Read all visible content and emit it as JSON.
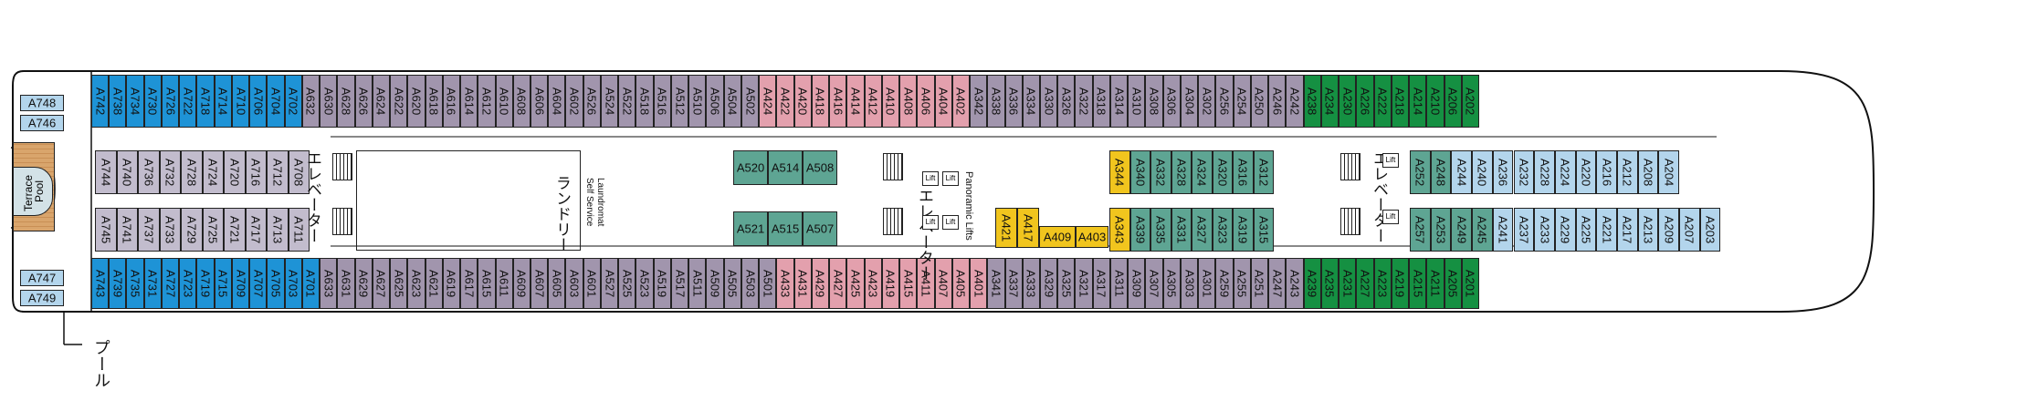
{
  "colors": {
    "blue": "#1e93d6",
    "purple": "#a195ad",
    "pink": "#e3a0ad",
    "light_blue": "#b3d5ec",
    "light_purple": "#c2bccd",
    "light_pink": "#f2c5d0",
    "green": "#159042",
    "teal": "#5ea593",
    "yellow": "#f1c51e",
    "wood": "#d9a56c",
    "pool": "#d3e2e7"
  },
  "labels": {
    "pool_terrace": "Terrace",
    "pool_pool": "Pool",
    "pool_jp": "プール",
    "laundry_jp": "ランドリー",
    "laundromat_line1": "Self Service",
    "laundromat_line2": "Laundromat",
    "elevator_jp_1": "エレベーター",
    "elevator_jp_2": "エレベーター",
    "elevator_jp_3": "エレベーター",
    "panoramic_lifts": "Panoramic Lifts",
    "lift": "Lift"
  },
  "cabins": {
    "top_outer": [
      "A742",
      "A738",
      "A734",
      "A730",
      "A726",
      "A722",
      "A718",
      "A714",
      "A710",
      "A706",
      "A704",
      "A702",
      "A632",
      "A630",
      "A628",
      "A626",
      "A624",
      "A622",
      "A620",
      "A618",
      "A616",
      "A614",
      "A612",
      "A610",
      "A608",
      "A606",
      "A604",
      "A602",
      "A526",
      "A524",
      "A522",
      "A518",
      "A516",
      "A512",
      "A510",
      "A506",
      "A504",
      "A502",
      "A424",
      "A422",
      "A420",
      "A418",
      "A416",
      "A414",
      "A412",
      "A410",
      "A408",
      "A406",
      "A404",
      "A402",
      "A342",
      "A338",
      "A336",
      "A334",
      "A330",
      "A326",
      "A322",
      "A318",
      "A314",
      "A310",
      "A308",
      "A306",
      "A304",
      "A302",
      "A256",
      "A254",
      "A250",
      "A246",
      "A242",
      "A238",
      "A234",
      "A230",
      "A226",
      "A222",
      "A218",
      "A214",
      "A210",
      "A206",
      "A202"
    ],
    "top_inner": [
      "A744",
      "A740",
      "A736",
      "A732",
      "A728",
      "A724",
      "A720",
      "A716",
      "A712",
      "A708",
      "A520",
      "A514",
      "A508",
      "A344",
      "A340",
      "A332",
      "A328",
      "A324",
      "A320",
      "A316",
      "A312",
      "A252",
      "A248",
      "A244",
      "A240",
      "A236",
      "A232",
      "A228",
      "A224",
      "A220",
      "A216",
      "A212",
      "A208",
      "A204"
    ],
    "bottom_inner": [
      "A745",
      "A741",
      "A737",
      "A733",
      "A729",
      "A725",
      "A721",
      "A717",
      "A713",
      "A711",
      "A521",
      "A515",
      "A507",
      "A421",
      "A417",
      "A409",
      "A403",
      "A343",
      "A339",
      "A335",
      "A331",
      "A327",
      "A323",
      "A319",
      "A315",
      "A257",
      "A253",
      "A249",
      "A245",
      "A241",
      "A237",
      "A233",
      "A229",
      "A225",
      "A221",
      "A217",
      "A213",
      "A209",
      "A207",
      "A203"
    ],
    "bottom_outer": [
      "A743",
      "A739",
      "A735",
      "A731",
      "A727",
      "A723",
      "A719",
      "A715",
      "A709",
      "A707",
      "A705",
      "A703",
      "A701",
      "A633",
      "A631",
      "A629",
      "A627",
      "A625",
      "A623",
      "A621",
      "A619",
      "A617",
      "A615",
      "A611",
      "A609",
      "A607",
      "A605",
      "A603",
      "A601",
      "A527",
      "A525",
      "A523",
      "A519",
      "A517",
      "A511",
      "A509",
      "A505",
      "A503",
      "A501",
      "A433",
      "A431",
      "A429",
      "A427",
      "A425",
      "A423",
      "A419",
      "A415",
      "A411",
      "A407",
      "A405",
      "A401",
      "A341",
      "A337",
      "A333",
      "A329",
      "A325",
      "A321",
      "A317",
      "A311",
      "A309",
      "A307",
      "A305",
      "A303",
      "A301",
      "A259",
      "A255",
      "A251",
      "A247",
      "A243",
      "A239",
      "A235",
      "A231",
      "A227",
      "A223",
      "A219",
      "A215",
      "A211",
      "A205",
      "A201"
    ],
    "aft": [
      "A748",
      "A746",
      "A747",
      "A749"
    ]
  }
}
